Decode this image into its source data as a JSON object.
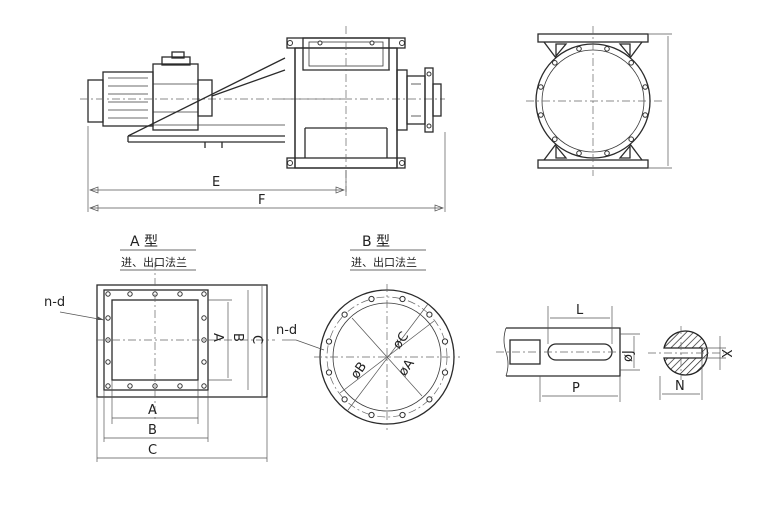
{
  "main_view": {
    "dim_e": "E",
    "dim_f": "F"
  },
  "type_a": {
    "title": "A 型",
    "subtitle": "进、出口法兰",
    "bolt": "n-d",
    "dim_a": "A",
    "dim_b": "B",
    "dim_c": "C"
  },
  "type_b": {
    "title": "B 型",
    "subtitle": "进、出口法兰",
    "bolt": "n-d",
    "dim_a": "øA",
    "dim_b": "øB",
    "dim_c": "øC"
  },
  "shaft": {
    "dim_l": "L",
    "dim_p": "P",
    "dim_j": "øJ",
    "dim_n": "N",
    "dim_x": "X"
  }
}
